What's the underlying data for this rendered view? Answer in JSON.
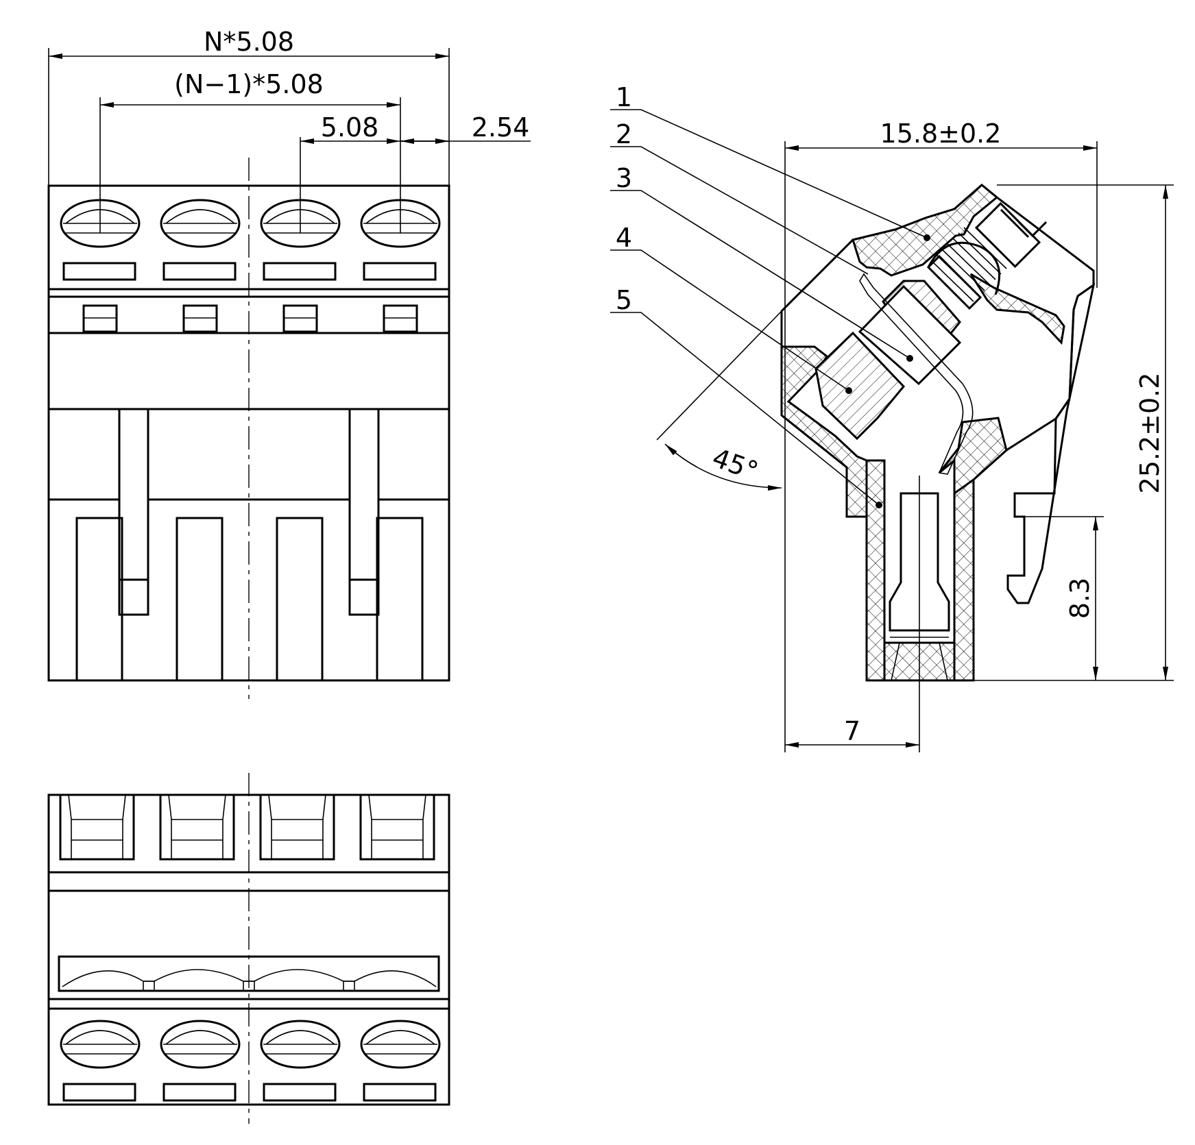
{
  "dimensions": {
    "n_pitch": "N*5.08",
    "n_minus_1_pitch": "(N−1)*5.08",
    "pitch": "5.08",
    "half_pitch": "2.54",
    "width": "15.8±0.2",
    "height": "25.2±0.2",
    "pin_height": "8.3",
    "offset": "7",
    "angle": "45°"
  },
  "callouts": [
    "1",
    "2",
    "3",
    "4",
    "5"
  ],
  "terminal_count": 4
}
